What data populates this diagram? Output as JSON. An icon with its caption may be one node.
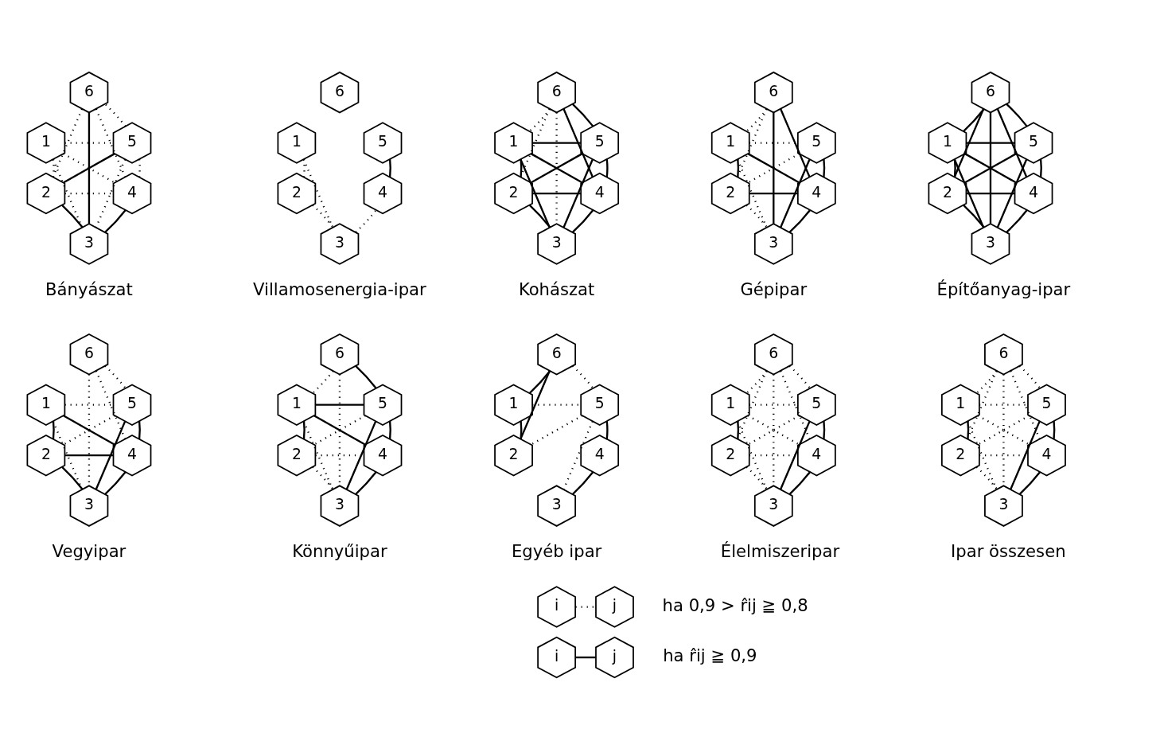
{
  "diagram": {
    "nodes": [
      {
        "text": [
          "6"
        ]
      },
      {
        "text": [
          "1"
        ]
      },
      {
        "text": [
          "5"
        ]
      },
      {
        "text": [
          "2"
        ]
      },
      {
        "text": [
          "4"
        ]
      },
      {
        "text": [
          "3"
        ]
      },
      {
        "text": [
          "6"
        ]
      },
      {
        "text": [
          "1"
        ]
      },
      {
        "text": [
          "5"
        ]
      },
      {
        "text": [
          "2"
        ]
      },
      {
        "text": [
          "4"
        ]
      },
      {
        "text": [
          "3"
        ]
      },
      {
        "text": [
          "6"
        ]
      },
      {
        "text": [
          "1"
        ]
      },
      {
        "text": [
          "5"
        ]
      },
      {
        "text": [
          "2"
        ]
      },
      {
        "text": [
          "4"
        ]
      },
      {
        "text": [
          "3"
        ]
      },
      {
        "text": [
          "6"
        ]
      },
      {
        "text": [
          "1"
        ]
      },
      {
        "text": [
          "5"
        ]
      },
      {
        "text": [
          "2"
        ]
      },
      {
        "text": [
          "4"
        ]
      },
      {
        "text": [
          "3"
        ]
      },
      {
        "text": [
          "6"
        ]
      },
      {
        "text": [
          "1"
        ]
      },
      {
        "text": [
          "5"
        ]
      },
      {
        "text": [
          "2"
        ]
      },
      {
        "text": [
          "4"
        ]
      },
      {
        "text": [
          "3"
        ]
      },
      {
        "text": [
          "6"
        ]
      },
      {
        "text": [
          "1"
        ]
      },
      {
        "text": [
          "5"
        ]
      },
      {
        "text": [
          "2"
        ]
      },
      {
        "text": [
          "4"
        ]
      },
      {
        "text": [
          "3"
        ]
      },
      {
        "text": [
          "6"
        ]
      },
      {
        "text": [
          "1"
        ]
      },
      {
        "text": [
          "5"
        ]
      },
      {
        "text": [
          "2"
        ]
      },
      {
        "text": [
          "4"
        ]
      },
      {
        "text": [
          "3"
        ]
      },
      {
        "text": [
          "6"
        ]
      },
      {
        "text": [
          "1"
        ]
      },
      {
        "text": [
          "5"
        ]
      },
      {
        "text": [
          "2"
        ]
      },
      {
        "text": [
          "4"
        ]
      },
      {
        "text": [
          "3"
        ]
      },
      {
        "text": [
          "6"
        ]
      },
      {
        "text": [
          "1"
        ]
      },
      {
        "text": [
          "5"
        ]
      },
      {
        "text": [
          "2"
        ]
      },
      {
        "text": [
          "4"
        ]
      },
      {
        "text": [
          "3"
        ]
      },
      {
        "text": [
          "6"
        ]
      },
      {
        "text": [
          "1"
        ]
      },
      {
        "text": [
          "5"
        ]
      },
      {
        "text": [
          "2"
        ]
      },
      {
        "text": [
          "4"
        ]
      },
      {
        "text": [
          "3"
        ]
      },
      {
        "text": [
          "i"
        ]
      },
      {
        "text": [
          "j"
        ]
      },
      {
        "text": [
          "i"
        ]
      },
      {
        "text": [
          "j"
        ]
      }
    ],
    "edges": [
      {
        "from": 0,
        "to": 5,
        "arrow": "none"
      },
      {
        "from": 3,
        "to": 2,
        "arrow": "none"
      },
      {
        "from": 3,
        "to": 5,
        "arrow": "none"
      },
      {
        "from": 5,
        "to": 4,
        "arrow": "none"
      },
      {
        "from": 1,
        "to": 3,
        "arrow": "none",
        "style": "dashed"
      },
      {
        "from": 1,
        "to": 5,
        "arrow": "none",
        "style": "dashed"
      },
      {
        "from": 1,
        "to": 4,
        "arrow": "none",
        "style": "dashed"
      },
      {
        "from": 1,
        "to": 2,
        "arrow": "none",
        "style": "dashed"
      },
      {
        "from": 3,
        "to": 4,
        "arrow": "none",
        "style": "dashed"
      },
      {
        "from": 3,
        "to": 0,
        "arrow": "none",
        "style": "dashed"
      },
      {
        "from": 5,
        "to": 2,
        "arrow": "none",
        "style": "dashed"
      },
      {
        "from": 4,
        "to": 2,
        "arrow": "none",
        "style": "dashed"
      },
      {
        "from": 4,
        "to": 0,
        "arrow": "none",
        "style": "dashed"
      },
      {
        "from": 2,
        "to": 0,
        "arrow": "none",
        "style": "dashed"
      },
      {
        "from": 7,
        "to": 9,
        "arrow": "none",
        "style": "dashed"
      },
      {
        "from": 7,
        "to": 11,
        "arrow": "none",
        "style": "dashed"
      },
      {
        "from": 9,
        "to": 11,
        "arrow": "none",
        "style": "dashed"
      },
      {
        "from": 11,
        "to": 10,
        "arrow": "none",
        "style": "dashed"
      },
      {
        "from": 8,
        "to": 10,
        "arrow": "none"
      },
      {
        "from": 12,
        "to": 13,
        "arrow": "none",
        "style": "dashed"
      },
      {
        "from": 12,
        "to": 15,
        "arrow": "none",
        "style": "dashed"
      },
      {
        "from": 12,
        "to": 17,
        "arrow": "none",
        "style": "dashed"
      },
      {
        "from": 12,
        "to": 14,
        "arrow": "none"
      },
      {
        "from": 12,
        "to": 16,
        "arrow": "none"
      },
      {
        "from": 13,
        "to": 14,
        "arrow": "none"
      },
      {
        "from": 13,
        "to": 15,
        "arrow": "none"
      },
      {
        "from": 13,
        "to": 16,
        "arrow": "none"
      },
      {
        "from": 13,
        "to": 17,
        "arrow": "none"
      },
      {
        "from": 14,
        "to": 15,
        "arrow": "none"
      },
      {
        "from": 14,
        "to": 16,
        "arrow": "none"
      },
      {
        "from": 14,
        "to": 17,
        "arrow": "none"
      },
      {
        "from": 15,
        "to": 16,
        "arrow": "none"
      },
      {
        "from": 15,
        "to": 17,
        "arrow": "none"
      },
      {
        "from": 16,
        "to": 17,
        "arrow": "none"
      },
      {
        "from": 18,
        "to": 23,
        "arrow": "none"
      },
      {
        "from": 18,
        "to": 22,
        "arrow": "none"
      },
      {
        "from": 19,
        "to": 21,
        "arrow": "none"
      },
      {
        "from": 19,
        "to": 22,
        "arrow": "none"
      },
      {
        "from": 21,
        "to": 22,
        "arrow": "none"
      },
      {
        "from": 20,
        "to": 22,
        "arrow": "none"
      },
      {
        "from": 20,
        "to": 23,
        "arrow": "none"
      },
      {
        "from": 22,
        "to": 23,
        "arrow": "none"
      },
      {
        "from": 18,
        "to": 19,
        "arrow": "none",
        "style": "dashed"
      },
      {
        "from": 18,
        "to": 21,
        "arrow": "none",
        "style": "dashed"
      },
      {
        "from": 19,
        "to": 20,
        "arrow": "none",
        "style": "dashed"
      },
      {
        "from": 20,
        "to": 21,
        "arrow": "none",
        "style": "dashed"
      },
      {
        "from": 19,
        "to": 23,
        "arrow": "none",
        "style": "dashed"
      },
      {
        "from": 21,
        "to": 23,
        "arrow": "none",
        "style": "dashed"
      },
      {
        "from": 24,
        "to": 25,
        "arrow": "none"
      },
      {
        "from": 24,
        "to": 26,
        "arrow": "none"
      },
      {
        "from": 24,
        "to": 27,
        "arrow": "none"
      },
      {
        "from": 24,
        "to": 28,
        "arrow": "none"
      },
      {
        "from": 24,
        "to": 29,
        "arrow": "none"
      },
      {
        "from": 25,
        "to": 26,
        "arrow": "none"
      },
      {
        "from": 25,
        "to": 27,
        "arrow": "none"
      },
      {
        "from": 25,
        "to": 28,
        "arrow": "none"
      },
      {
        "from": 25,
        "to": 29,
        "arrow": "none"
      },
      {
        "from": 26,
        "to": 27,
        "arrow": "none"
      },
      {
        "from": 26,
        "to": 28,
        "arrow": "none"
      },
      {
        "from": 26,
        "to": 29,
        "arrow": "none"
      },
      {
        "from": 27,
        "to": 28,
        "arrow": "none"
      },
      {
        "from": 27,
        "to": 29,
        "arrow": "none"
      },
      {
        "from": 28,
        "to": 29,
        "arrow": "none"
      },
      {
        "from": 31,
        "to": 33,
        "arrow": "none"
      },
      {
        "from": 31,
        "to": 34,
        "arrow": "none"
      },
      {
        "from": 33,
        "to": 34,
        "arrow": "none"
      },
      {
        "from": 33,
        "to": 35,
        "arrow": "none"
      },
      {
        "from": 34,
        "to": 35,
        "arrow": "none"
      },
      {
        "from": 32,
        "to": 35,
        "arrow": "none"
      },
      {
        "from": 32,
        "to": 34,
        "arrow": "none"
      },
      {
        "from": 30,
        "to": 32,
        "arrow": "none",
        "style": "dashed"
      },
      {
        "from": 30,
        "to": 35,
        "arrow": "none",
        "style": "dashed"
      },
      {
        "from": 30,
        "to": 34,
        "arrow": "none",
        "style": "dashed"
      },
      {
        "from": 31,
        "to": 32,
        "arrow": "none",
        "style": "dashed"
      },
      {
        "from": 31,
        "to": 35,
        "arrow": "none",
        "style": "dashed"
      },
      {
        "from": 32,
        "to": 33,
        "arrow": "none",
        "style": "dashed"
      },
      {
        "from": 36,
        "to": 38,
        "arrow": "none"
      },
      {
        "from": 37,
        "to": 38,
        "arrow": "none"
      },
      {
        "from": 37,
        "to": 39,
        "arrow": "none"
      },
      {
        "from": 37,
        "to": 40,
        "arrow": "none"
      },
      {
        "from": 38,
        "to": 40,
        "arrow": "none"
      },
      {
        "from": 38,
        "to": 41,
        "arrow": "none"
      },
      {
        "from": 40,
        "to": 41,
        "arrow": "none"
      },
      {
        "from": 36,
        "to": 37,
        "arrow": "none",
        "style": "dashed"
      },
      {
        "from": 36,
        "to": 41,
        "arrow": "none",
        "style": "dashed"
      },
      {
        "from": 37,
        "to": 41,
        "arrow": "none",
        "style": "dashed"
      },
      {
        "from": 38,
        "to": 39,
        "arrow": "none",
        "style": "dashed"
      },
      {
        "from": 39,
        "to": 40,
        "arrow": "none",
        "style": "dashed"
      },
      {
        "from": 39,
        "to": 41,
        "arrow": "none",
        "style": "dashed"
      },
      {
        "from": 43,
        "to": 45,
        "arrow": "none"
      },
      {
        "from": 42,
        "to": 43,
        "arrow": "none"
      },
      {
        "from": 42,
        "to": 45,
        "arrow": "none"
      },
      {
        "from": 44,
        "to": 46,
        "arrow": "none"
      },
      {
        "from": 46,
        "to": 47,
        "arrow": "none"
      },
      {
        "from": 42,
        "to": 44,
        "arrow": "none",
        "style": "dashed"
      },
      {
        "from": 43,
        "to": 44,
        "arrow": "none",
        "style": "dashed"
      },
      {
        "from": 44,
        "to": 45,
        "arrow": "none",
        "style": "dashed"
      },
      {
        "from": 44,
        "to": 47,
        "arrow": "none",
        "style": "dashed"
      },
      {
        "from": 49,
        "to": 51,
        "arrow": "none"
      },
      {
        "from": 50,
        "to": 52,
        "arrow": "none"
      },
      {
        "from": 50,
        "to": 53,
        "arrow": "none"
      },
      {
        "from": 52,
        "to": 53,
        "arrow": "none"
      },
      {
        "from": 48,
        "to": 49,
        "arrow": "none",
        "style": "dashed"
      },
      {
        "from": 48,
        "to": 50,
        "arrow": "none",
        "style": "dashed"
      },
      {
        "from": 48,
        "to": 51,
        "arrow": "none",
        "style": "dashed"
      },
      {
        "from": 48,
        "to": 52,
        "arrow": "none",
        "style": "dashed"
      },
      {
        "from": 48,
        "to": 53,
        "arrow": "none",
        "style": "dashed"
      },
      {
        "from": 49,
        "to": 50,
        "arrow": "none",
        "style": "dashed"
      },
      {
        "from": 49,
        "to": 52,
        "arrow": "none",
        "style": "dashed"
      },
      {
        "from": 49,
        "to": 53,
        "arrow": "none",
        "style": "dashed"
      },
      {
        "from": 50,
        "to": 51,
        "arrow": "none",
        "style": "dashed"
      },
      {
        "from": 51,
        "to": 52,
        "arrow": "none",
        "style": "dashed"
      },
      {
        "from": 51,
        "to": 53,
        "arrow": "none",
        "style": "dashed"
      },
      {
        "from": 55,
        "to": 57,
        "arrow": "none"
      },
      {
        "from": 56,
        "to": 58,
        "arrow": "none"
      },
      {
        "from": 56,
        "to": 59,
        "arrow": "none"
      },
      {
        "from": 58,
        "to": 59,
        "arrow": "none"
      },
      {
        "from": 54,
        "to": 55,
        "arrow": "none",
        "style": "dashed"
      },
      {
        "from": 54,
        "to": 56,
        "arrow": "none",
        "style": "dashed"
      },
      {
        "from": 54,
        "to": 57,
        "arrow": "none",
        "style": "dashed"
      },
      {
        "from": 54,
        "to": 58,
        "arrow": "none",
        "style": "dashed"
      },
      {
        "from": 54,
        "to": 59,
        "arrow": "none",
        "style": "dashed"
      },
      {
        "from": 55,
        "to": 56,
        "arrow": "none",
        "style": "dashed"
      },
      {
        "from": 55,
        "to": 58,
        "arrow": "none",
        "style": "dashed"
      },
      {
        "from": 55,
        "to": 59,
        "arrow": "none",
        "style": "dashed"
      },
      {
        "from": 56,
        "to": 57,
        "arrow": "none",
        "style": "dashed"
      },
      {
        "from": 57,
        "to": 58,
        "arrow": "none",
        "style": "dashed"
      },
      {
        "from": 57,
        "to": 59,
        "arrow": "none",
        "style": "dashed"
      },
      {
        "from": 60,
        "to": 61,
        "arrow": "none",
        "style": "dashed"
      },
      {
        "from": 62,
        "to": 63,
        "arrow": "none"
      }
    ],
    "labels": [
      "Bányászat",
      "Villamosenergia-ipar",
      "Kohászat",
      "Gépipar",
      "Építőanyag-ipar",
      "Vegyipar",
      "Könnyűipar",
      "Egyéb ipar",
      "Élelmiszeripar",
      "Ipar összesen",
      "ha 0,9 > r̂ij ≧ 0,8",
      "ha r̂ij ≧ 0,9"
    ]
  }
}
